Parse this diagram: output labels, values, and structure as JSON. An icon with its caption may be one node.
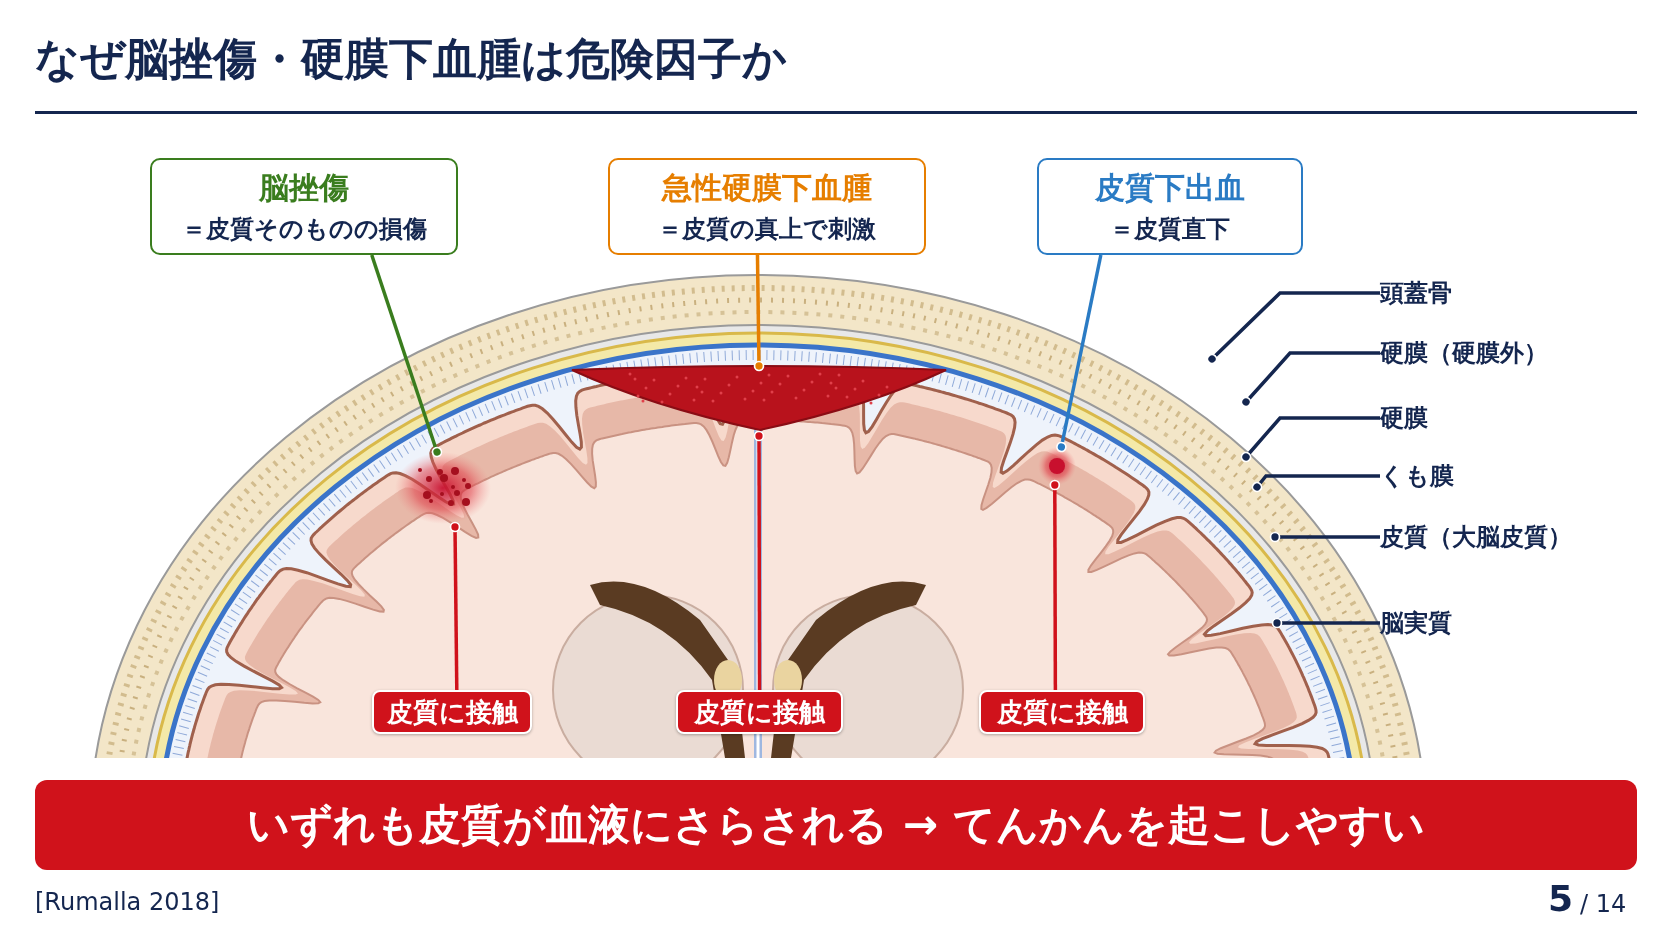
{
  "diagram": {
    "title": "なぜ脳挫傷・硬膜下血腫は危険因子か",
    "nodes": [
      {
        "text": [
          "脳挫傷",
          "＝皮質そのものの損傷"
        ]
      },
      {
        "text": [
          "急性硬膜下血腫",
          "＝皮質の真上で刺激"
        ]
      },
      {
        "text": [
          "皮質下出血",
          "＝皮質直下"
        ]
      },
      {
        "text": [],
        "shape": "picture"
      },
      {
        "text": [],
        "shape": "picture"
      },
      {
        "text": [],
        "shape": "picture"
      },
      {
        "text": [
          "皮質に接触"
        ]
      },
      {
        "text": [
          "皮質に接触"
        ]
      },
      {
        "text": [
          "皮質に接触"
        ]
      },
      {
        "text": [
          "頭蓋骨"
        ]
      },
      {
        "text": [
          "硬膜（硬膜外）"
        ]
      },
      {
        "text": [
          "硬膜"
        ]
      },
      {
        "text": [
          "くも膜"
        ]
      },
      {
        "text": [
          "皮質（大脳皮質）"
        ]
      },
      {
        "text": [
          "脳実質"
        ]
      },
      {
        "text": [
          "いずれも皮質が血液にさらされる → てんかんを起こしやすい"
        ]
      }
    ],
    "edges": [
      {
        "from": 0,
        "to": 3,
        "arrow": "other",
        "color": "#3a7d1e"
      },
      {
        "from": 1,
        "to": 4,
        "arrow": "other",
        "color": "#e67e00"
      },
      {
        "from": 2,
        "to": 5,
        "arrow": "other",
        "color": "#2a7bc4"
      },
      {
        "from": 3,
        "to": 6,
        "arrow": "other",
        "color": "#d0121b"
      },
      {
        "from": 4,
        "to": 7,
        "arrow": "other",
        "color": "#d0121b"
      },
      {
        "from": 5,
        "to": 8,
        "arrow": "other",
        "color": "#d0121b"
      },
      {
        "from": 9,
        "to": null,
        "arrow": "other"
      },
      {
        "from": 10,
        "to": null,
        "arrow": "other"
      },
      {
        "from": 11,
        "to": null,
        "arrow": "other"
      },
      {
        "from": 12,
        "to": null,
        "arrow": "other"
      },
      {
        "from": 13,
        "to": null,
        "arrow": "other"
      },
      {
        "from": 14,
        "to": null,
        "arrow": "other"
      }
    ],
    "labels": [
      "[Rumalla 2018]",
      "5",
      "/ 14"
    ]
  }
}
